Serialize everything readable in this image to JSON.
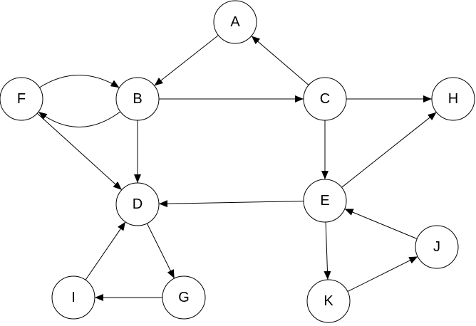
{
  "diagram": {
    "type": "directed-graph",
    "nodes": [
      {
        "id": "A",
        "label": "A"
      },
      {
        "id": "B",
        "label": "B"
      },
      {
        "id": "C",
        "label": "C"
      },
      {
        "id": "D",
        "label": "D"
      },
      {
        "id": "E",
        "label": "E"
      },
      {
        "id": "F",
        "label": "F"
      },
      {
        "id": "G",
        "label": "G"
      },
      {
        "id": "H",
        "label": "H"
      },
      {
        "id": "I",
        "label": "I"
      },
      {
        "id": "J",
        "label": "J"
      },
      {
        "id": "K",
        "label": "K"
      }
    ],
    "edges": [
      {
        "from": "A",
        "to": "B"
      },
      {
        "from": "C",
        "to": "A"
      },
      {
        "from": "F",
        "to": "B"
      },
      {
        "from": "B",
        "to": "F"
      },
      {
        "from": "B",
        "to": "C"
      },
      {
        "from": "C",
        "to": "H"
      },
      {
        "from": "B",
        "to": "D"
      },
      {
        "from": "F",
        "to": "D"
      },
      {
        "from": "C",
        "to": "E"
      },
      {
        "from": "E",
        "to": "H"
      },
      {
        "from": "E",
        "to": "D"
      },
      {
        "from": "J",
        "to": "E"
      },
      {
        "from": "E",
        "to": "K"
      },
      {
        "from": "K",
        "to": "J"
      },
      {
        "from": "D",
        "to": "G"
      },
      {
        "from": "G",
        "to": "I"
      },
      {
        "from": "I",
        "to": "D"
      }
    ]
  }
}
